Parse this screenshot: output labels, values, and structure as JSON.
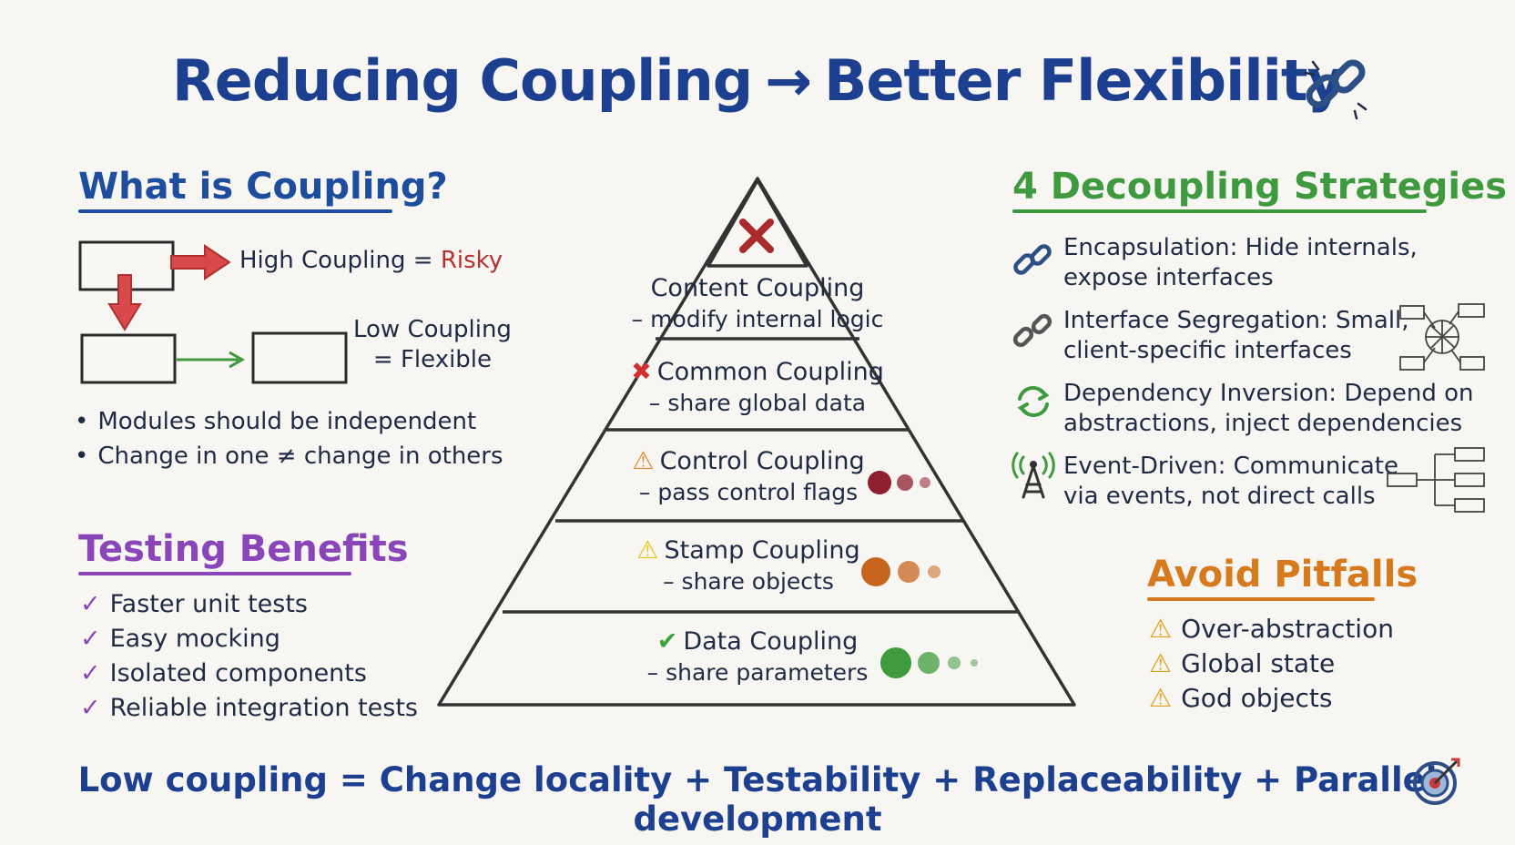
{
  "title": {
    "left": "Reducing Coupling",
    "arrow": "→",
    "right": "Better Flexibility",
    "icon": "chain-link-icon"
  },
  "what_is": {
    "heading": "What is Coupling?",
    "high_label": "High Coupling = ",
    "high_value": "Risky",
    "low_line1": "Low Coupling",
    "low_line2": "= Flexible",
    "bullets": [
      "Modules should be independent",
      "Change in one ≠ change in others"
    ]
  },
  "testing": {
    "heading": "Testing Benefits",
    "check_glyph": "✓",
    "items": [
      "Faster unit tests",
      "Easy mocking",
      "Isolated components",
      "Reliable integration tests"
    ]
  },
  "pyramid": {
    "levels": [
      {
        "name": "Content Coupling",
        "desc": "– modify internal logic",
        "marker": "",
        "marker_color": "#a82a2a",
        "dot_color": ""
      },
      {
        "name": "Common Coupling",
        "desc": "– share global data",
        "marker": "✖",
        "marker_color": "#d23030",
        "dot_color": ""
      },
      {
        "name": "Control Coupling",
        "desc": "– pass control flags",
        "marker": "⚠",
        "marker_color": "#e8862a",
        "dot_color": "#8e1f2f"
      },
      {
        "name": "Stamp Coupling",
        "desc": "– share objects",
        "marker": "⚠",
        "marker_color": "#e6c419",
        "dot_color": "#c7651f"
      },
      {
        "name": "Data Coupling",
        "desc": "– share parameters",
        "marker": "✔",
        "marker_color": "#3aa33a",
        "dot_color": "#3e9b3e"
      }
    ],
    "top_icon": "red-x-icon",
    "top_color": "#a82a2a"
  },
  "strategies": {
    "heading": "4 Decoupling Strategies",
    "items": [
      {
        "icon": "chain-link-icon",
        "line1": "Encapsulation: Hide internals,",
        "line2": "expose interfaces"
      },
      {
        "icon": "broken-link-icon",
        "line1": "Interface Segregation: Small,",
        "line2": "client-specific interfaces"
      },
      {
        "icon": "cycle-arrows-icon",
        "line1": "Dependency Inversion: Depend on",
        "line2": "abstractions, inject dependencies"
      },
      {
        "icon": "broadcast-tower-icon",
        "line1": "Event-Driven: Communicate",
        "line2": "via events, not direct calls"
      }
    ]
  },
  "pitfalls": {
    "heading": "Avoid Pitfalls",
    "warn_glyph": "⚠",
    "items": [
      "Over-abstraction",
      "Global state",
      "God objects"
    ]
  },
  "footer": {
    "text": "Low coupling = Change locality + Testability + Replaceability + Parallel development",
    "icon": "target-icon"
  },
  "colors": {
    "title_blue": "#1d3f8f",
    "arrow_red": "#d9484a",
    "arrow_green": "#3f9a3f",
    "purple": "#8a45b8",
    "green": "#3f9a3f",
    "orange": "#d77a1e"
  }
}
